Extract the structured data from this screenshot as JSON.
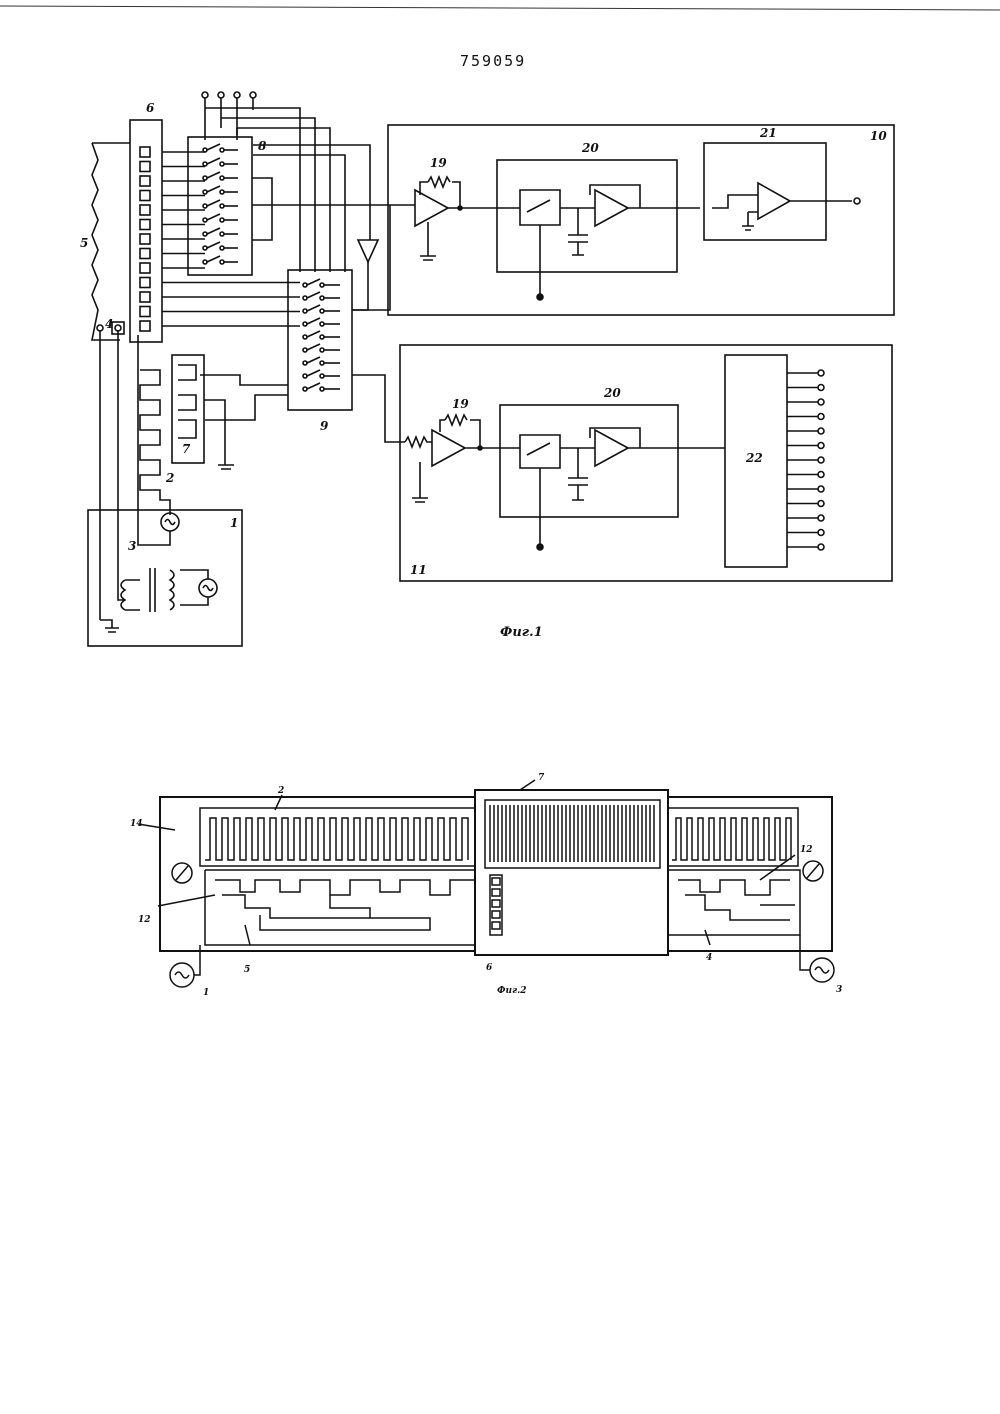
{
  "patent_number": "759059",
  "fig1": {
    "caption": "Фиг.1",
    "labels": {
      "n1": "1",
      "n2": "2",
      "n3": "3",
      "n4": "4",
      "n5": "5",
      "n6": "6",
      "n7": "7",
      "n8": "8",
      "n9": "9",
      "n10": "10",
      "n11": "11",
      "n19a": "19",
      "n19b": "19",
      "n20a": "20",
      "n20b": "20",
      "n21": "21",
      "n22": "22"
    }
  },
  "fig2": {
    "caption": "Фиг.2",
    "labels": {
      "n1": "1",
      "n2": "2",
      "n3": "3",
      "n4": "4",
      "n5": "5",
      "n6": "6",
      "n7": "7",
      "n12a": "12",
      "n12b": "12",
      "n14": "14"
    }
  }
}
